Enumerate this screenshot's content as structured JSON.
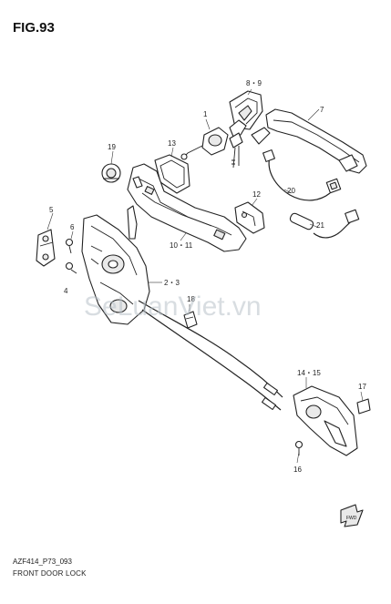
{
  "figure": {
    "title": "FIG.93",
    "code": "AZF414_P73_093",
    "caption": "FRONT DOOR LOCK"
  },
  "callouts": {
    "c1": "1",
    "c2_3": "2・3",
    "c5": "5",
    "c6": "6",
    "c4": "4",
    "c7": "7",
    "c8_9": "8・9",
    "c10_11": "10・11",
    "c12": "12",
    "c13": "13",
    "c14_15": "14・15",
    "c16": "16",
    "c17": "17",
    "c18": "18",
    "c19": "19",
    "c20": "20",
    "c21": "21"
  },
  "watermark": "SeLuanViet.vn",
  "icons": {
    "front_arrow": "fwd-arrow-icon"
  }
}
